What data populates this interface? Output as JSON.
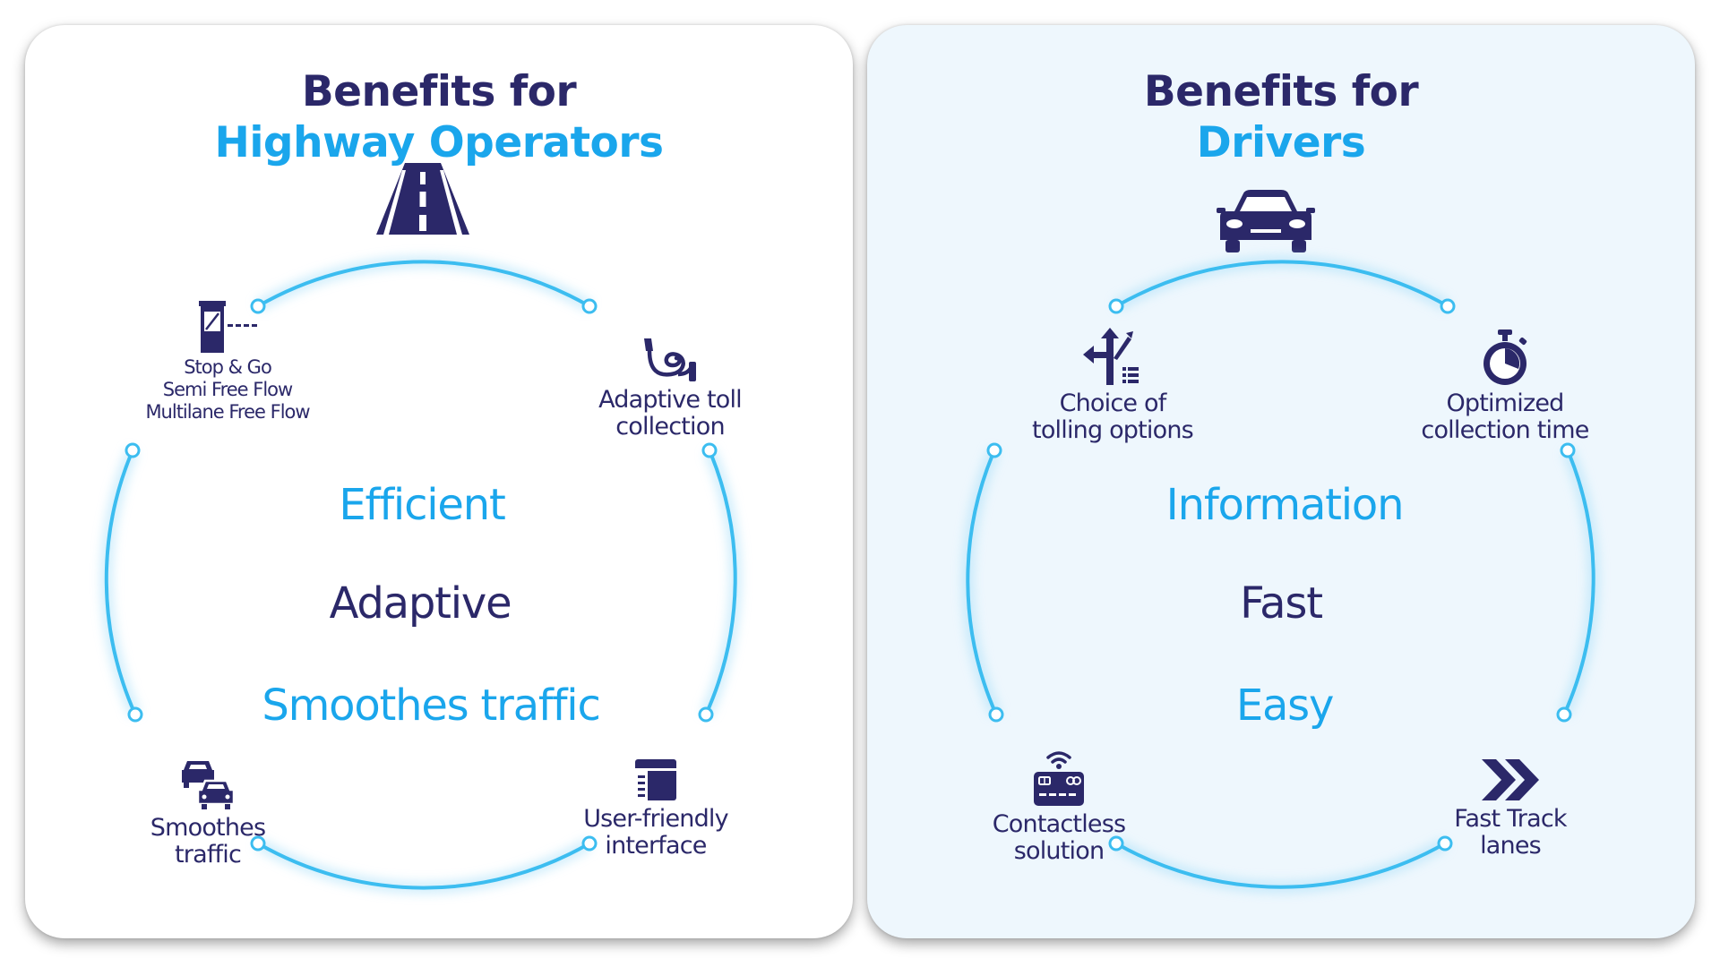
{
  "panels": {
    "operators": {
      "title_line1": "Benefits for",
      "title_line2": "Highway Operators",
      "top_icon": "highway-road-icon",
      "keywords": [
        "Efficient",
        "Adaptive",
        "Smoothes traffic"
      ],
      "nodes": [
        {
          "label": "Stop & Go\nSemi Free Flow\nMultilane Free Flow",
          "icon": "toll-barrier-icon"
        },
        {
          "label": "Adaptive toll\ncollection",
          "icon": "toll-cable-icon"
        },
        {
          "label": "Smoothes\ntraffic",
          "icon": "cars-queue-icon"
        },
        {
          "label": "User-friendly\ninterface",
          "icon": "interface-panel-icon"
        }
      ]
    },
    "drivers": {
      "title_line1": "Benefits for",
      "title_line2": "Drivers",
      "top_icon": "car-front-icon",
      "keywords": [
        "Information",
        "Fast",
        "Easy"
      ],
      "nodes": [
        {
          "label": "Choice of\ntolling options",
          "icon": "road-signpost-icon"
        },
        {
          "label": "Optimized\ncollection time",
          "icon": "stopwatch-icon"
        },
        {
          "label": "Contactless\nsolution",
          "icon": "contactless-card-icon"
        },
        {
          "label": "Fast Track\nlanes",
          "icon": "double-chevron-icon"
        }
      ]
    }
  },
  "colors": {
    "dark_navy": "#2b2869",
    "accent_blue": "#1aa6ec",
    "ring_blue": "#3cbdf0",
    "drivers_panel_bg": "#eef7fd"
  }
}
